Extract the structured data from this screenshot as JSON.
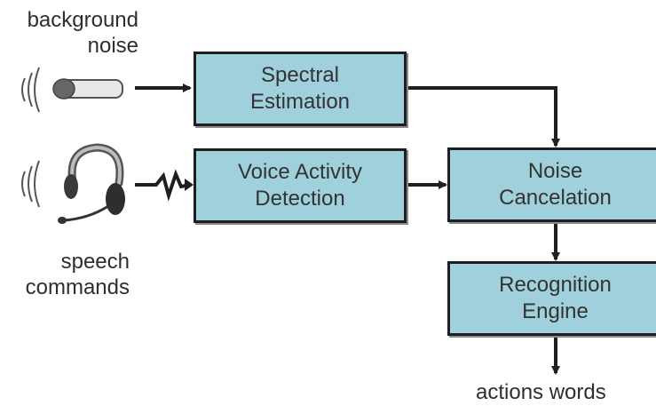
{
  "diagram": {
    "inputs": {
      "background_noise": [
        "background",
        "noise"
      ],
      "speech_commands": [
        "speech",
        "commands"
      ]
    },
    "blocks": {
      "spectral_estimation": [
        "Spectral",
        "Estimation"
      ],
      "voice_activity_detection": [
        "Voice Activity",
        "Detection"
      ],
      "noise_cancelation": [
        "Noise",
        "Cancelation"
      ],
      "recognition_engine": [
        "Recognition",
        "Engine"
      ]
    },
    "output": "actions words",
    "colors": {
      "block_fill": "#9fd0dc",
      "line": "#1f1f1f"
    },
    "icons": [
      "sound-waves-icon",
      "microphone-icon",
      "headset-icon",
      "lightning-signal-icon"
    ]
  }
}
